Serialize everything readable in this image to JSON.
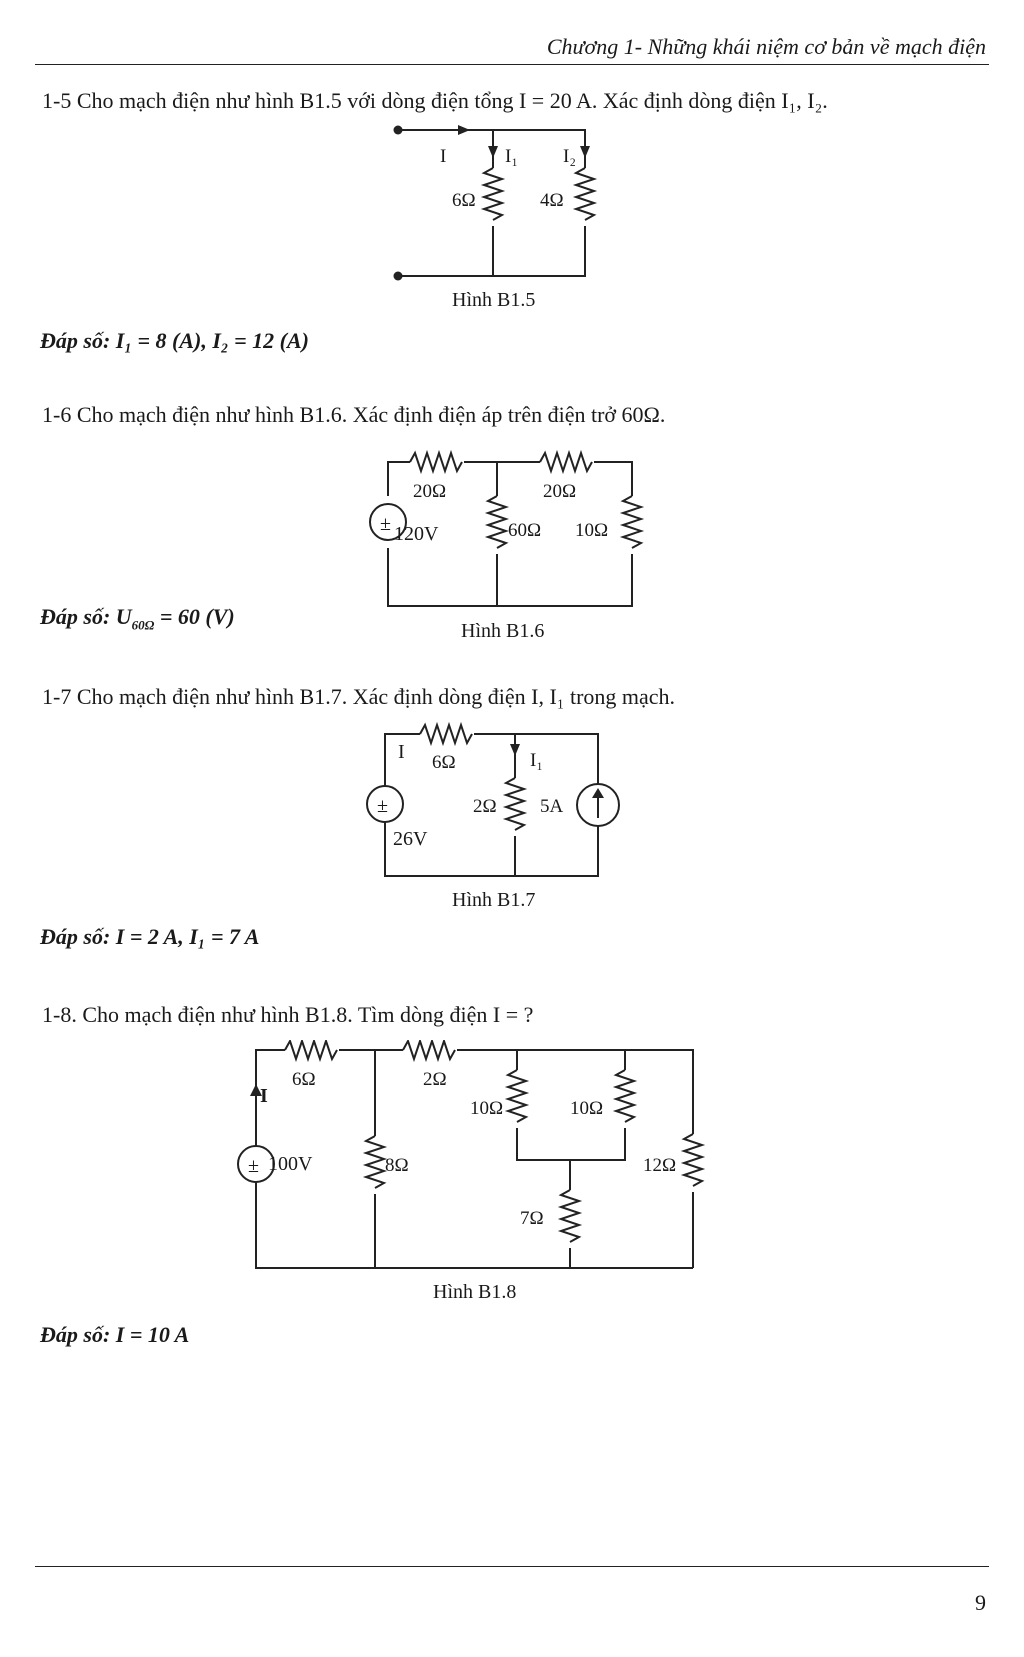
{
  "header": {
    "title": "Chương 1- Những khái niệm cơ bản về mạch điện"
  },
  "problems": [
    {
      "statement": "1-5 Cho mạch điện như hình B1.5 với dòng điện tổng I = 20 A. Xác định dòng điện I₁, I₂.",
      "figure": {
        "caption": "Hình B1.5",
        "labels": {
          "I": "I",
          "I1": "I₁",
          "I2": "I₂",
          "R1": "6Ω",
          "R2": "4Ω"
        }
      },
      "answer": {
        "prefix": "Đáp số: ",
        "text": "I₁ = 8 (A), I₂ = 12 (A)"
      }
    },
    {
      "statement": "1-6 Cho mạch điện như hình B1.6. Xác định điện áp trên điện trở 60Ω.",
      "figure": {
        "caption": "Hình B1.6",
        "labels": {
          "Rtop1": "20Ω",
          "Rtop2": "20Ω",
          "Rmid": "60Ω",
          "Rright": "10Ω",
          "V": "120V",
          "src_sign": "±"
        }
      },
      "answer": {
        "prefix": "Đáp số: ",
        "text_main": "U",
        "text_sub": "60Ω",
        "text_rest": " = 60 (V)"
      }
    },
    {
      "statement": "1-7 Cho mạch điện như hình B1.7. Xác định dòng điện I, I₁ trong mạch.",
      "figure": {
        "caption": "Hình B1.7",
        "labels": {
          "I": "I",
          "I1": "I₁",
          "R1": "6Ω",
          "R2": "2Ω",
          "Is": "5A",
          "V": "26V",
          "src_sign": "±"
        }
      },
      "answer": {
        "prefix": "Đáp số: ",
        "text": "I = 2 A, I₁ = 7 A"
      }
    },
    {
      "statement": "1-8. Cho mạch điện như hình B1.8. Tìm dòng điện I = ?",
      "figure": {
        "caption": "Hình B1.8",
        "labels": {
          "I": "I",
          "R6": "6Ω",
          "R2": "2Ω",
          "R10a": "10Ω",
          "R10b": "10Ω",
          "R8": "8Ω",
          "R12": "12Ω",
          "R7": "7Ω",
          "V": "100V",
          "src_sign": "±"
        }
      },
      "answer": {
        "prefix": "Đáp số: ",
        "text": "I = 10 A"
      }
    }
  ],
  "footer": {
    "page_number": "9"
  }
}
